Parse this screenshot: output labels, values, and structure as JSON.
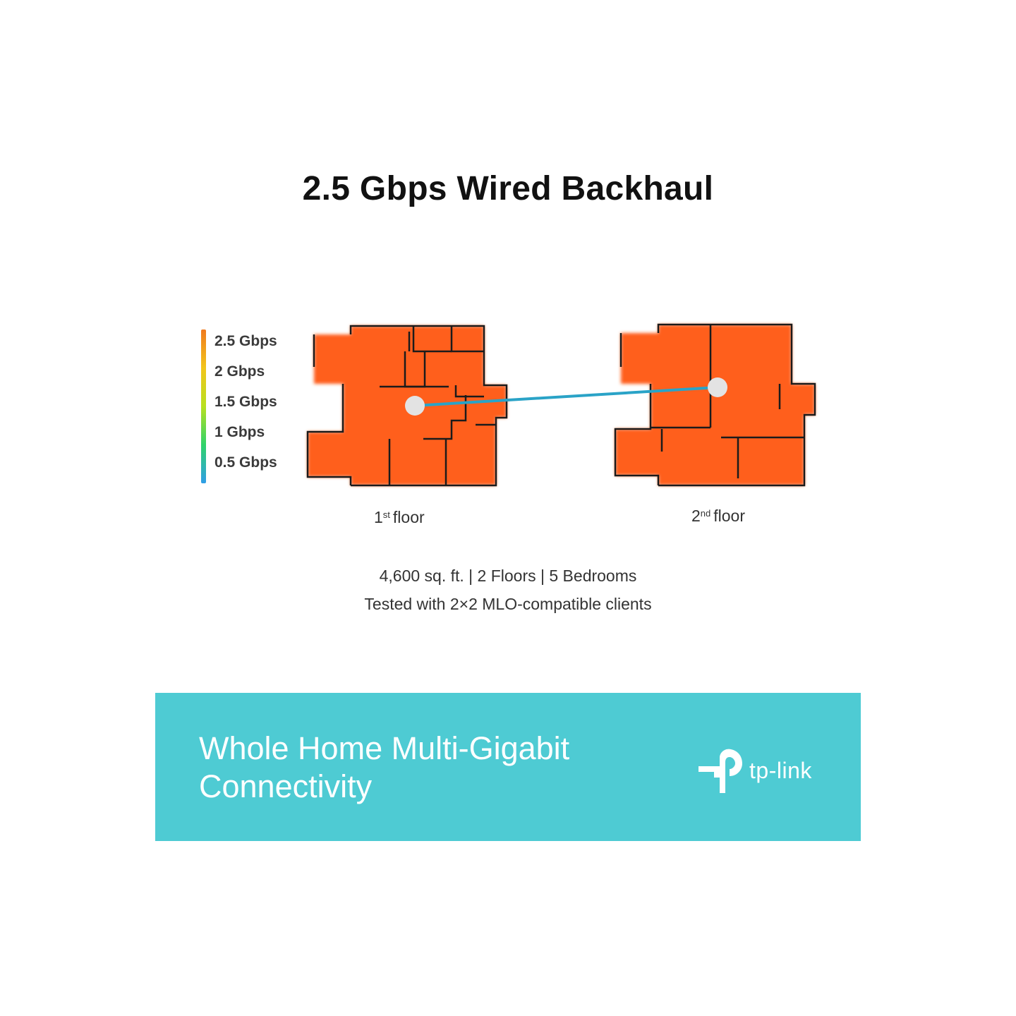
{
  "title": "2.5 Gbps Wired Backhaul",
  "legend": {
    "labels": [
      "2.5 Gbps",
      "2 Gbps",
      "1.5 Gbps",
      "1 Gbps",
      "0.5 Gbps"
    ],
    "gradient": [
      "#f07a1e",
      "#f2c51c",
      "#b8e020",
      "#2fd36a",
      "#2f9ee8"
    ]
  },
  "floors": [
    {
      "num": "1",
      "sup": "st",
      "label": "floor"
    },
    {
      "num": "2",
      "sup": "nd",
      "label": "floor"
    }
  ],
  "colors": {
    "coverage": "#ff5f1a",
    "wall": "#1b1b1b",
    "node": "#e3e3e3",
    "backhaul": "#2aa3c7",
    "banner": "#4ecbd3"
  },
  "info": {
    "line1": "4,600 sq. ft. | 2 Floors | 5 Bedrooms",
    "line2": "Tested with 2×2 MLO-compatible clients"
  },
  "banner": {
    "text": "Whole Home Multi-Gigabit Connectivity",
    "logo_text": "tp-link"
  }
}
